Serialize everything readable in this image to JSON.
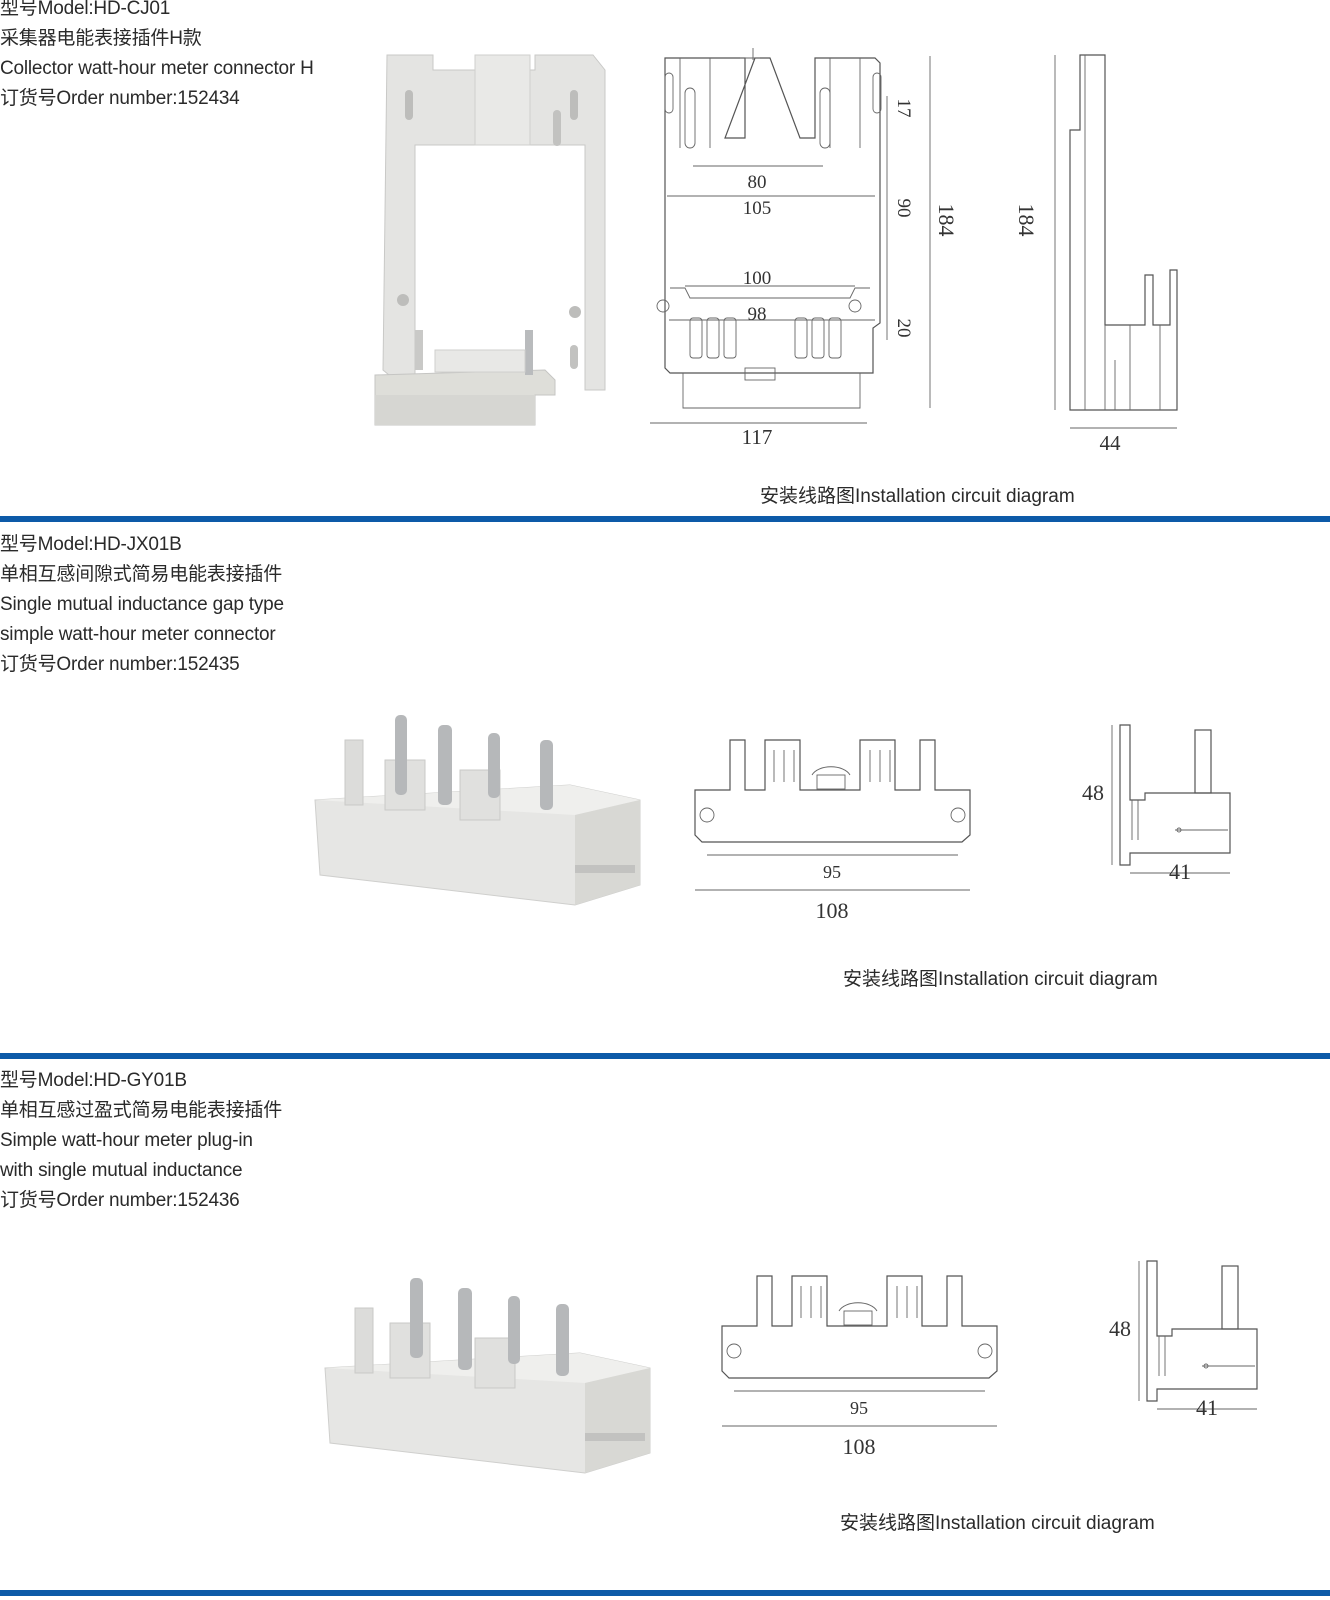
{
  "sections": [
    {
      "model": "型号Model:HD-CJ01",
      "name_cn": "采集器电能表接插件H款",
      "name_en": [
        "Collector watt-hour meter connector H"
      ],
      "order": "订货号Order number:152434",
      "caption": "安装线路图Installation circuit diagram",
      "dims": {
        "d17": "17",
        "d80": "80",
        "d105": "105",
        "d90": "90",
        "d184": "184",
        "d184b": "184",
        "d100": "100",
        "d98": "98",
        "d20": "20",
        "d117": "117",
        "d44": "44"
      }
    },
    {
      "model": "型号Model:HD-JX01B",
      "name_cn": "单相互感间隙式简易电能表接插件",
      "name_en": [
        "Single mutual inductance gap type",
        "simple watt-hour meter connector"
      ],
      "order": "订货号Order number:152435",
      "caption": "安装线路图Installation circuit diagram",
      "dims": {
        "d95": "95",
        "d108": "108",
        "d48": "48",
        "d41": "41"
      }
    },
    {
      "model": "型号Model:HD-GY01B",
      "name_cn": "单相互感过盈式简易电能表接插件",
      "name_en": [
        "Simple watt-hour meter plug-in",
        "with single mutual inductance"
      ],
      "order": "订货号Order number:152436",
      "caption": "安装线路图Installation circuit diagram",
      "dims": {
        "d95": "95",
        "d108": "108",
        "d48": "48",
        "d41": "41"
      }
    }
  ],
  "colors": {
    "divider": "#0d5aa8",
    "product": "#e2e2e0",
    "pin": "#b9bbbd"
  }
}
